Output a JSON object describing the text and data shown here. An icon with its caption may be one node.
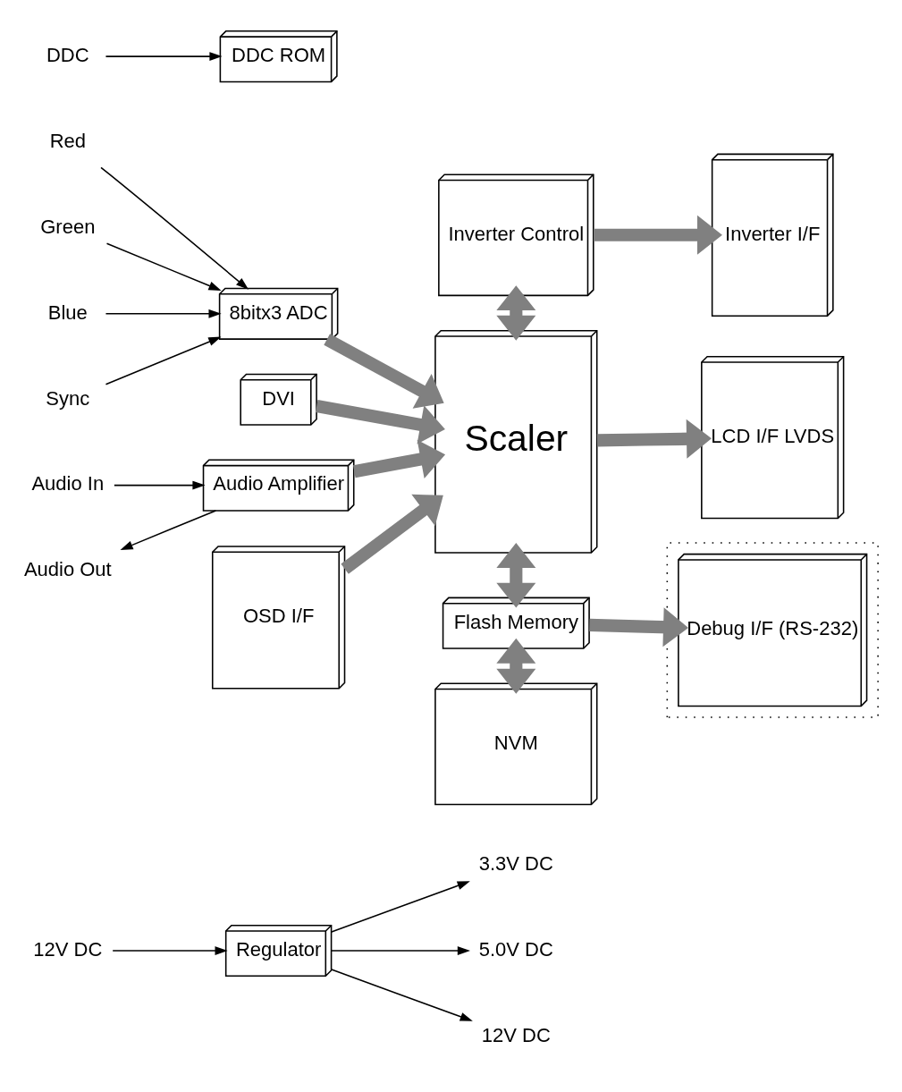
{
  "diagram": {
    "nodes": [
      {
        "text": [
          "Regulator"
        ]
      },
      {
        "text": [
          "12V DC"
        ]
      },
      {
        "text": [
          "3.3V DC"
        ]
      },
      {
        "text": [
          "5.0V DC"
        ]
      },
      {
        "text": [
          "12V DC"
        ]
      },
      {
        "text": [
          "Inverter Control"
        ]
      },
      {
        "text": [
          "Inverter I/F"
        ]
      },
      {
        "text": [
          "Red"
        ]
      },
      {
        "text": [
          "Green"
        ]
      },
      {
        "text": [
          "Blue"
        ]
      },
      {
        "text": [
          "Sync"
        ]
      },
      {
        "text": [
          "8bitx3 ADC"
        ]
      },
      {
        "text": [
          "DVI"
        ]
      },
      {
        "text": [
          "Scaler"
        ]
      },
      {
        "text": [
          "LCD I/F LVDS"
        ]
      },
      {
        "text": [
          "Audio In"
        ]
      },
      {
        "text": [
          "Audio Out"
        ]
      },
      {
        "text": [
          "Audio Amplifier"
        ]
      },
      {
        "text": [
          "OSD I/F"
        ]
      },
      {
        "text": [
          "Flash Memory"
        ]
      },
      {
        "text": [],
        "shape": "box"
      },
      {
        "text": [
          "Debug I/F (RS-232)"
        ],
        "in": 20
      },
      {
        "text": [
          "NVM"
        ]
      },
      {
        "text": [
          "DDC"
        ]
      },
      {
        "text": [
          "DDC ROM"
        ]
      }
    ],
    "edges": [
      {
        "from": 1,
        "to": 0,
        "arrow": "to"
      },
      {
        "from": 0,
        "to": 2,
        "arrow": "to"
      },
      {
        "from": 0,
        "to": 3,
        "arrow": "to"
      },
      {
        "from": 0,
        "to": 4,
        "arrow": "to"
      },
      {
        "from": 5,
        "to": 6,
        "arrow": "to",
        "style": "thick",
        "color": "#808080"
      },
      {
        "from": 5,
        "to": 13,
        "arrow": "both",
        "style": "thick",
        "color": "#808080"
      },
      {
        "from": 7,
        "to": 11,
        "arrow": "to"
      },
      {
        "from": 8,
        "to": 11,
        "arrow": "to"
      },
      {
        "from": 9,
        "to": 11,
        "arrow": "to"
      },
      {
        "from": 10,
        "to": 11,
        "arrow": "to"
      },
      {
        "from": 11,
        "to": 13,
        "arrow": "to",
        "style": "thick",
        "color": "#808080"
      },
      {
        "from": 12,
        "to": 13,
        "arrow": "to",
        "style": "thick",
        "color": "#808080"
      },
      {
        "from": 17,
        "to": 13,
        "arrow": "to",
        "style": "thick",
        "color": "#808080"
      },
      {
        "from": 18,
        "to": 13,
        "arrow": "to",
        "style": "thick",
        "color": "#808080"
      },
      {
        "from": 13,
        "to": 14,
        "arrow": "to",
        "style": "thick",
        "color": "#808080"
      },
      {
        "from": 15,
        "to": 17,
        "arrow": "to"
      },
      {
        "from": 17,
        "to": 16,
        "arrow": "to"
      },
      {
        "from": 13,
        "to": 19,
        "arrow": "both",
        "style": "thick",
        "color": "#808080"
      },
      {
        "from": 19,
        "to": 21,
        "arrow": "to",
        "style": "thick",
        "color": "#808080"
      },
      {
        "from": 19,
        "to": 22,
        "arrow": "both",
        "style": "thick",
        "color": "#808080"
      },
      {
        "from": 23,
        "to": 24,
        "arrow": "to"
      }
    ]
  }
}
